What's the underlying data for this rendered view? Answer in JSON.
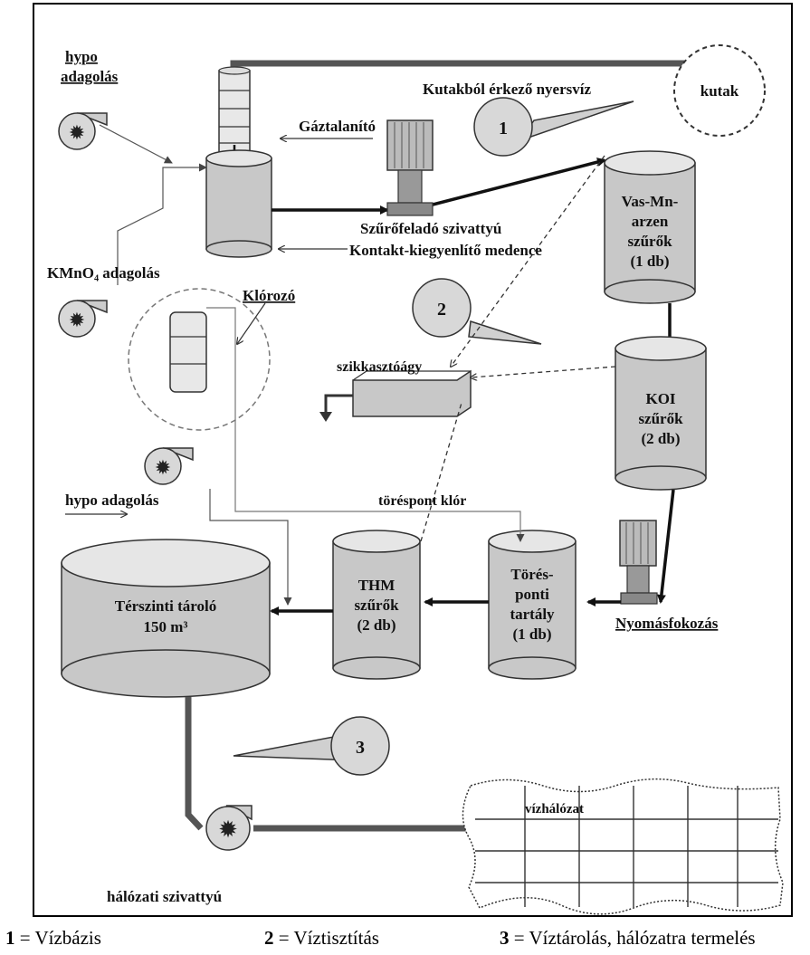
{
  "labels": {
    "hypo_top_line1": "hypo",
    "hypo_top_line2": "adagolás",
    "degasser": "Gáztalanító",
    "raw_water": "Kutakból érkező nyersvíz",
    "wells": "kutak",
    "feed_pump": "Szűrőfeladó szivattyú",
    "contact_tank": "Kontakt-kiegyenlítő medence",
    "kmno4": "KMnO₄  adagolás",
    "chlorinator": "Klórozó",
    "iron_filter": [
      "Vas-Mn-",
      "arzen",
      "szűrők",
      "(1 db)"
    ],
    "sludge_bed": "szikkasztóágy",
    "koi_filter": [
      "KOI",
      "szűrők",
      "(2 db)"
    ],
    "hypo_mid": "hypo adagolás",
    "breakpoint_chlorine": "töréspont klór",
    "reservoir": [
      "Térszinti tároló",
      "150 m³"
    ],
    "thm_filter": [
      "THM",
      "szűrők",
      "(2 db)"
    ],
    "breakpoint_tank": [
      "Törés-",
      "ponti",
      "tartály",
      "(1 db)"
    ],
    "pressure_boost": "Nyomásfokozás",
    "network": "vízhálózat",
    "network_pump": "hálózati szivattyú"
  },
  "callouts": [
    "1",
    "2",
    "3"
  ],
  "legend": [
    {
      "num": "1",
      "text": " = Vízbázis"
    },
    {
      "num": "2",
      "text": " = Víztisztítás"
    },
    {
      "num": "3",
      "text": " = Víztárolás, hálózatra termelés"
    }
  ],
  "colors": {
    "tank_fill": "#c8c8c8",
    "tank_top": "#e6e6e6",
    "pipe": "#222222",
    "thin_pipe": "#777777",
    "border": "#000000"
  }
}
